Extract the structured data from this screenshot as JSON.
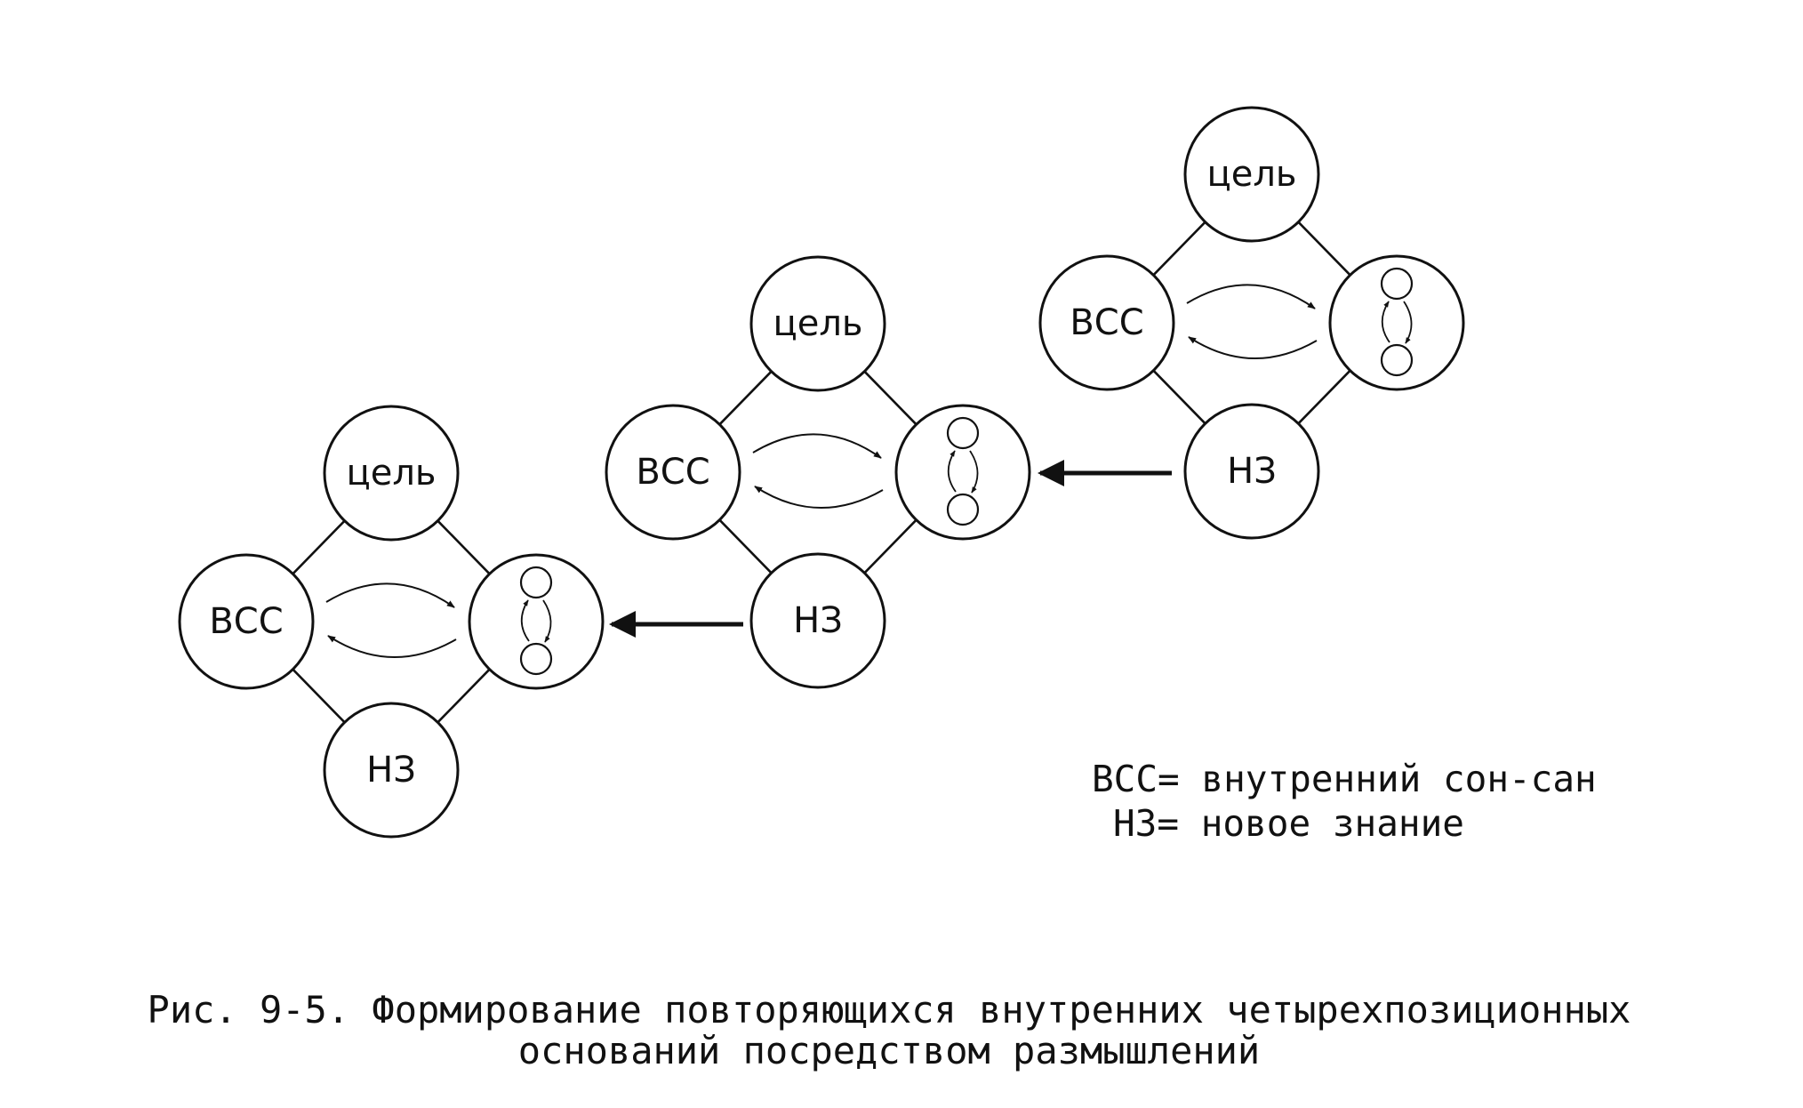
{
  "diagram": {
    "groups": [
      {
        "goal": "цель",
        "left": "ВСС",
        "bottom": "НЗ"
      },
      {
        "goal": "цель",
        "left": "ВСС",
        "bottom": "НЗ"
      },
      {
        "goal": "цель",
        "left": "ВСС",
        "bottom": "НЗ"
      }
    ],
    "legend": {
      "line1": "ВСС= внутренний сон-сан",
      "line2": "НЗ= новое знание"
    },
    "caption": {
      "line1": "Рис. 9-5. Формирование повторяющихся внутренних четырехпозиционных",
      "line2": "оснований посредством размышлений"
    }
  }
}
